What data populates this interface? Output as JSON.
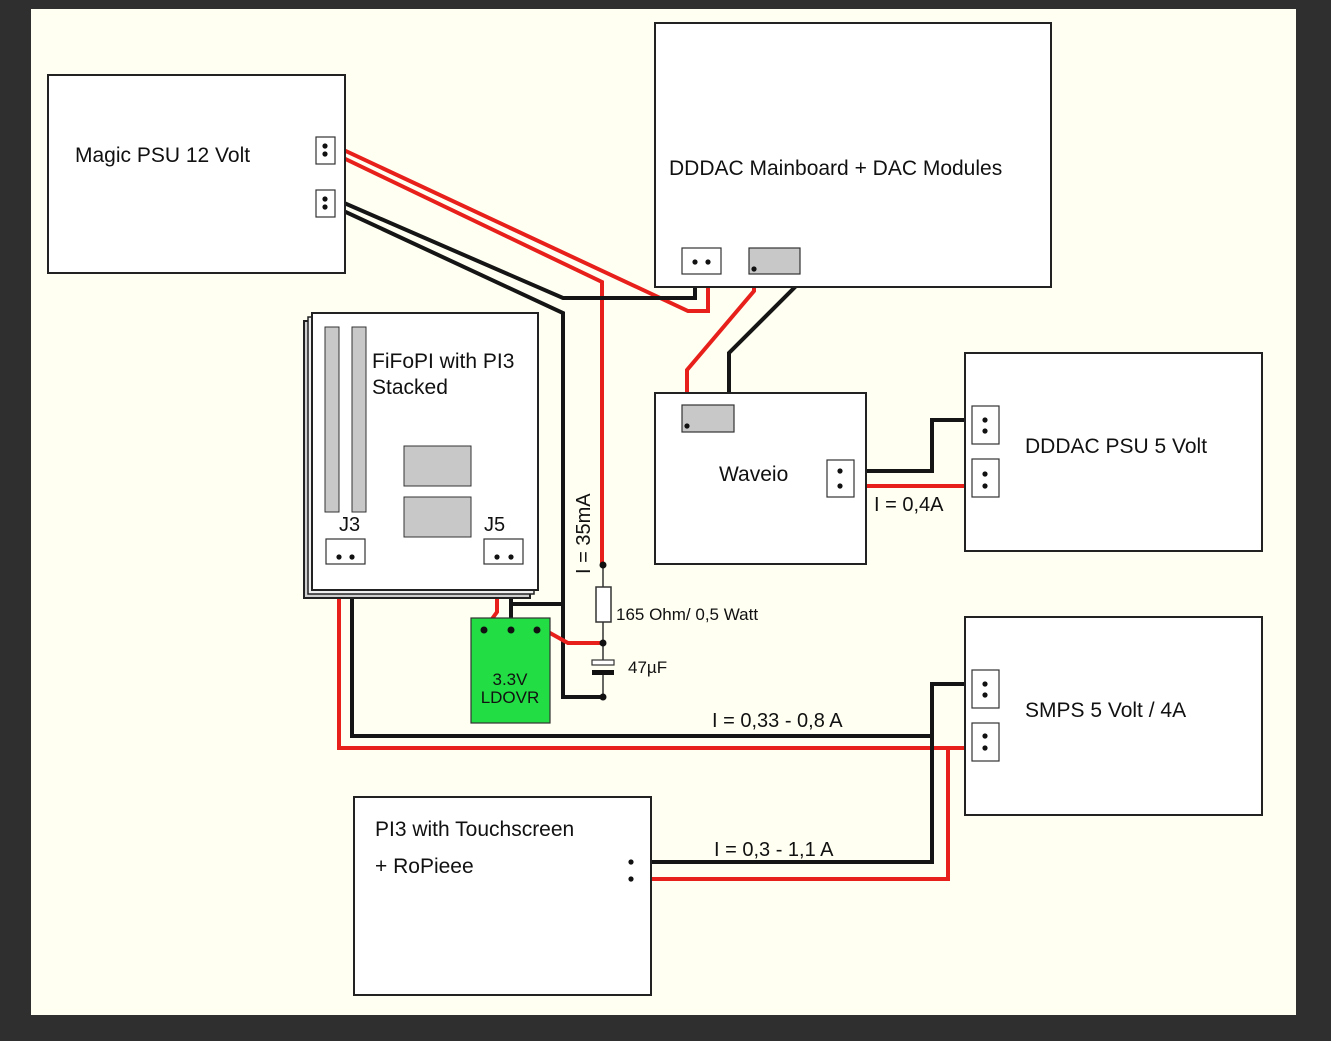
{
  "colors": {
    "background": "#2f2f2f",
    "canvas": "#fffff2",
    "positive_wire": "#e8201c",
    "negative_wire": "#151515",
    "ldo_green": "#22dd44",
    "chip_gray": "#c8c8c8"
  },
  "blocks": {
    "magic_psu": "Magic PSU 12 Volt",
    "dddac_mainboard": "DDDAC Mainboard + DAC Modules",
    "fifopi_line1": "FiFoPI with PI3",
    "fifopi_line2": "Stacked",
    "fifopi_j3": "J3",
    "fifopi_j5": "J5",
    "waveio": "Waveio",
    "dddac_psu": "DDDAC PSU 5 Volt",
    "smps": "SMPS 5 Volt / 4A",
    "pi3_line1": "PI3 with Touchscreen",
    "pi3_line2": "+ RoPieee",
    "ldo_line1": "3.3V",
    "ldo_line2": "LDOVR"
  },
  "annotations": {
    "current_fifopi": "I = 35mA",
    "resistor": "165 Ohm/ 0,5 Watt",
    "capacitor": "47µF",
    "current_waveio": "I = 0,4A",
    "current_fifopi_supply": "I = 0,33 - 0,8 A",
    "current_pi3": "I = 0,3 - 1,1 A"
  }
}
